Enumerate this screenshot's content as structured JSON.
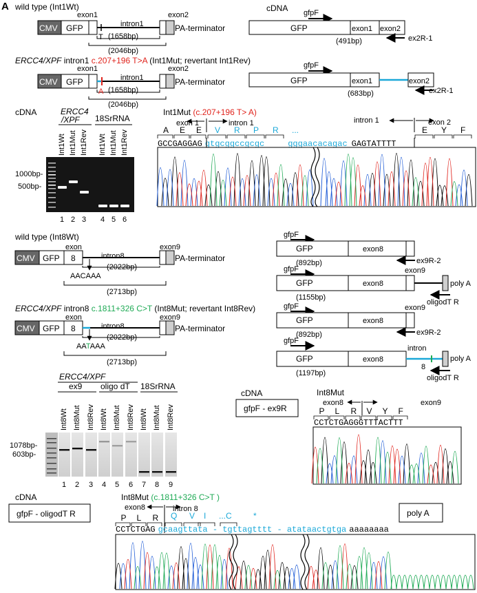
{
  "panel_letter": "A",
  "common": {
    "cmv": "CMV",
    "gfp": "GFP",
    "pa_terminator": "PA-terminator",
    "cdna": "cDNA",
    "gfpF": "gfpF",
    "rna18s": "18SrRNA",
    "gene_line1": "ERCC4",
    "gene_line2": "/XPF",
    "gene_inline": "ERCC4/XPF"
  },
  "int1": {
    "wt_title": "wild type (Int1Wt)",
    "exon1": "exon1",
    "intron1": "intron1",
    "exon2": "exon2",
    "intron_bp": "(1658bp)",
    "total_bp": "(2046bp)",
    "wt_base": "T",
    "mut_base": "A",
    "mut_prefix": "intron1",
    "mut_change": "c.207+196 T>A",
    "mut_suffix": "(Int1Mut; revertant Int1Rev)",
    "cdna_wt_bp": "(491bp)",
    "cdna_mut_bp": "(683bp)",
    "primer_r": "ex2R-1",
    "gel_lanes": [
      "Int1Wt",
      "Int1Mut",
      "Int1Rev",
      "Int1Wt",
      "Int1Mut",
      "Int1Rev"
    ],
    "gel_numbers": [
      "1",
      "2",
      "3",
      "4",
      "5",
      "6"
    ],
    "gel_markers": [
      "1000bp-",
      "500bp-"
    ],
    "seq_title": "Int1Mut",
    "seq_change": "(c.207+196 T> A)",
    "seq_exon1": "exon 1",
    "seq_intron1": "intron 1",
    "seq_intron1b": "intron 1",
    "seq_exon2": "exon 2",
    "aa_left": [
      "A",
      "E",
      "E"
    ],
    "aa_mut": [
      "V",
      "R",
      "P",
      "R",
      "..."
    ],
    "aa_right": [
      "E",
      "Y",
      "F"
    ],
    "nt_left": "GCCGAGGAG",
    "nt_mut1": "gtgcggccgcgc",
    "nt_mut2": "gggaacacagac",
    "nt_right": "GAGTATTTT"
  },
  "int8": {
    "wt_title": "wild type (Int8Wt)",
    "exon": "exon",
    "exon_num": "8",
    "intron8": "intron8",
    "exon9": "exon9",
    "exon8": "exon8",
    "intron_bp": "(2022bp)",
    "total_bp": "(2713bp)",
    "wt_seq": "AACAAA",
    "mut_seq_a": "AA",
    "mut_seq_b": "T",
    "mut_seq_c": "AAA",
    "mut_prefix": "intron8",
    "mut_change": "c.1811+326 C>T",
    "mut_suffix": "(Int8Mut; revertant Int8Rev)",
    "bp_892": "(892bp)",
    "bp_1155": "(1155bp)",
    "bp_1197": "(1197bp)",
    "primer_r": "ex9R-2",
    "oligo_r": "oligodT R",
    "polya": "poly A",
    "intron_label": "intron",
    "intron_num": "8",
    "gel_groups": [
      "ex9",
      "oligo dT",
      "18SrRNA"
    ],
    "gel_lanes": [
      "Int8Wt",
      "Int8Mut",
      "Int8Rev",
      "Int8Wt",
      "Int8Mut",
      "Int8Rev",
      "Int8Wt",
      "Int8Mut",
      "Int8Rev"
    ],
    "gel_numbers": [
      "1",
      "2",
      "3",
      "4",
      "5",
      "6",
      "7",
      "8",
      "9"
    ],
    "gel_markers": [
      "1078bp-",
      "603bp-"
    ],
    "box_ex9": "gfpF - ex9R",
    "box_oligo": "gfpF - oligodT R",
    "seq1_title": "Int8Mut",
    "seq1_exon8": "exon8",
    "seq1_exon9": "exon9",
    "seq1_aa": [
      "P",
      "L",
      "R",
      "V",
      "Y",
      "F"
    ],
    "seq1_nt1": "CCTCTGAG",
    "seq1_nt2": "GGTTTACTTT",
    "seq2_title": "Int8Mut",
    "seq2_change": "(c.1811+326 C>T )",
    "seq2_exon8": "exon8",
    "seq2_intron8": "intron 8",
    "seq2_aa_left": [
      "P",
      "L",
      "R"
    ],
    "seq2_aa_mut": [
      "Q",
      "V",
      "I",
      "...",
      "C",
      "*"
    ],
    "seq2_nt_left": "CCTCTGAG",
    "seq2_nt_mut": "gcaagttata - tgttagtttt - atataactgtga",
    "seq2_nt_polya": "aaaaaaaa",
    "polya_box": "poly A"
  },
  "colors": {
    "red": "#e0231c",
    "green": "#1faa55",
    "blue": "#1aa8d8",
    "cmv": "#666666",
    "gray_box": "#cfcfcf"
  }
}
